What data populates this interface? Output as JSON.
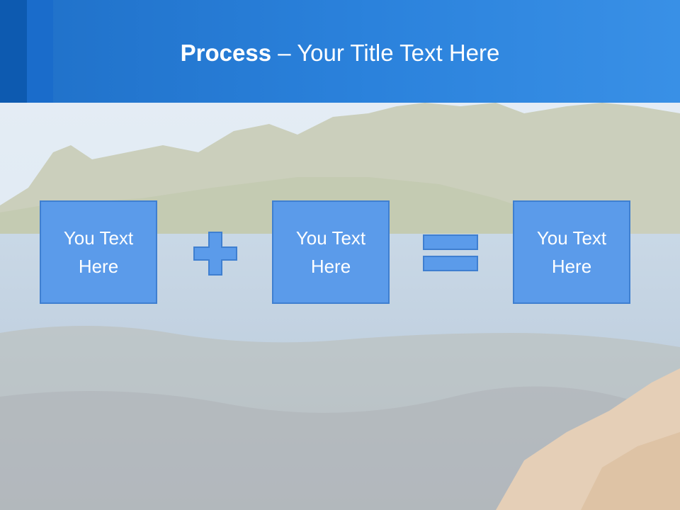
{
  "slide": {
    "title_bold": "Process",
    "title_rest": " – Your Title Text Here"
  },
  "boxes": [
    {
      "text": "You Text Here"
    },
    {
      "text": "You Text Here"
    },
    {
      "text": "You Text Here"
    }
  ],
  "operators": [
    "plus-icon",
    "equals-icon"
  ],
  "colors": {
    "header": "#2b82dc",
    "box_fill": "#5b9bea",
    "box_border": "#3f7fd0"
  }
}
